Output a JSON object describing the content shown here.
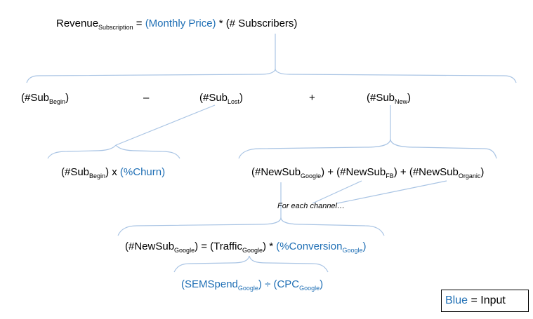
{
  "colors": {
    "input_blue": "#1f6fb5",
    "connector_blue": "#a9c4e4",
    "text": "#000000"
  },
  "root": {
    "revenue": "Revenue",
    "revenue_sub": "Subscription",
    "eq": " = ",
    "monthly_price": "(Monthly Price)",
    "times_subscribers": " * (# Subscribers)"
  },
  "level1": {
    "sub_begin_open": "(#Sub",
    "sub_begin_sub": "Begin",
    "sub_begin_close": ")",
    "minus": "–",
    "sub_lost_open": "(#Sub",
    "sub_lost_sub": "Lost",
    "sub_lost_close": ")",
    "plus": "+",
    "sub_new_open": "(#Sub",
    "sub_new_sub": "New",
    "sub_new_close": ")"
  },
  "churn": {
    "open": "(#Sub",
    "sub": "Begin",
    "close_times": ") x ",
    "churn_pct": "(%Churn)"
  },
  "newsubs": {
    "google_open": "(#NewSub",
    "google_sub": "Google",
    "google_close_plus": ") + ",
    "fb_open": "(#NewSub",
    "fb_sub": "FB",
    "fb_close_plus": ") + ",
    "organic_open": "(#NewSub",
    "organic_sub": "Organic",
    "organic_close": ")"
  },
  "note": "For each channel…",
  "google_eq": {
    "lhs_open": "(#NewSub",
    "lhs_sub": "Google",
    "lhs_close_eq": ") = ",
    "traffic_open": "(Traffic",
    "traffic_sub": "Google",
    "traffic_close_times": ") * ",
    "conv_open": "(%Conversion",
    "conv_sub": "Google",
    "conv_close": ")"
  },
  "traffic_eq": {
    "sem_open": "(SEMSpend",
    "sem_sub": "Google",
    "sem_close_div": ") ÷ ",
    "cpc_open": "(CPC",
    "cpc_sub": "Google",
    "cpc_close": ")"
  },
  "legend": {
    "blue_word": "Blue",
    "rest": " = Input"
  }
}
